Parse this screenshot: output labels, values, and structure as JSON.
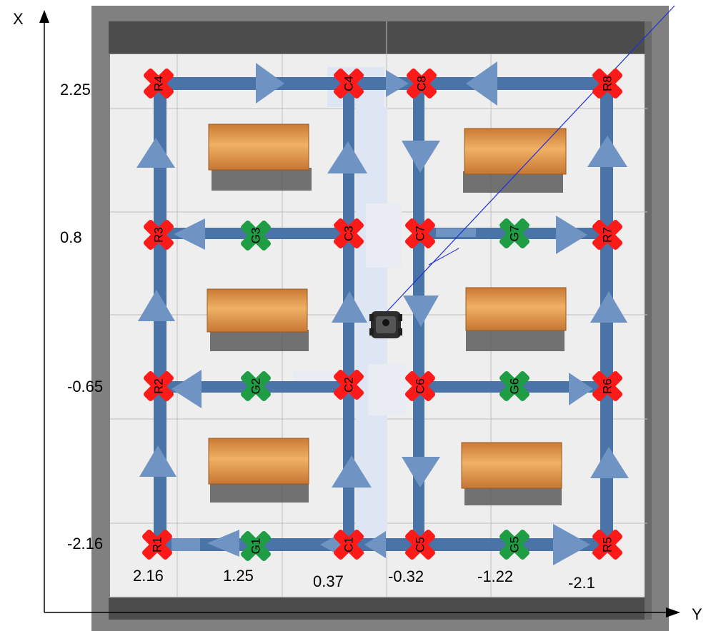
{
  "axes": {
    "x_label": "X",
    "y_label": "Y",
    "x_ticks": [
      "2.25",
      "0.8",
      "-0.65",
      "-2.16"
    ],
    "y_ticks": [
      "2.16",
      "1.25",
      "0.37",
      "-0.32",
      "-1.22",
      "-2.1"
    ]
  },
  "colors": {
    "floor": "#eeeeee",
    "wall": "#7d7d7d",
    "wall_dark": "#474747",
    "path": "#4a73a8",
    "arrow": "#6f93c2",
    "node_red": "#ff1a1a",
    "node_green": "#1f9d45",
    "shelf": "#d9893c",
    "laser": "#1d2fd8"
  },
  "markers": {
    "R1": "R1",
    "R2": "R2",
    "R3": "R3",
    "R4": "R4",
    "R5": "R5",
    "R6": "R6",
    "R7": "R7",
    "R8": "R8",
    "C1": "C1",
    "C2": "C2",
    "C3": "C3",
    "C4": "C4",
    "C5": "C5",
    "C6": "C6",
    "C7": "C7",
    "C8": "C8",
    "G1": "G1",
    "G2": "G2",
    "G3": "G3",
    "G5": "G5",
    "G6": "G6",
    "G7": "G7"
  }
}
